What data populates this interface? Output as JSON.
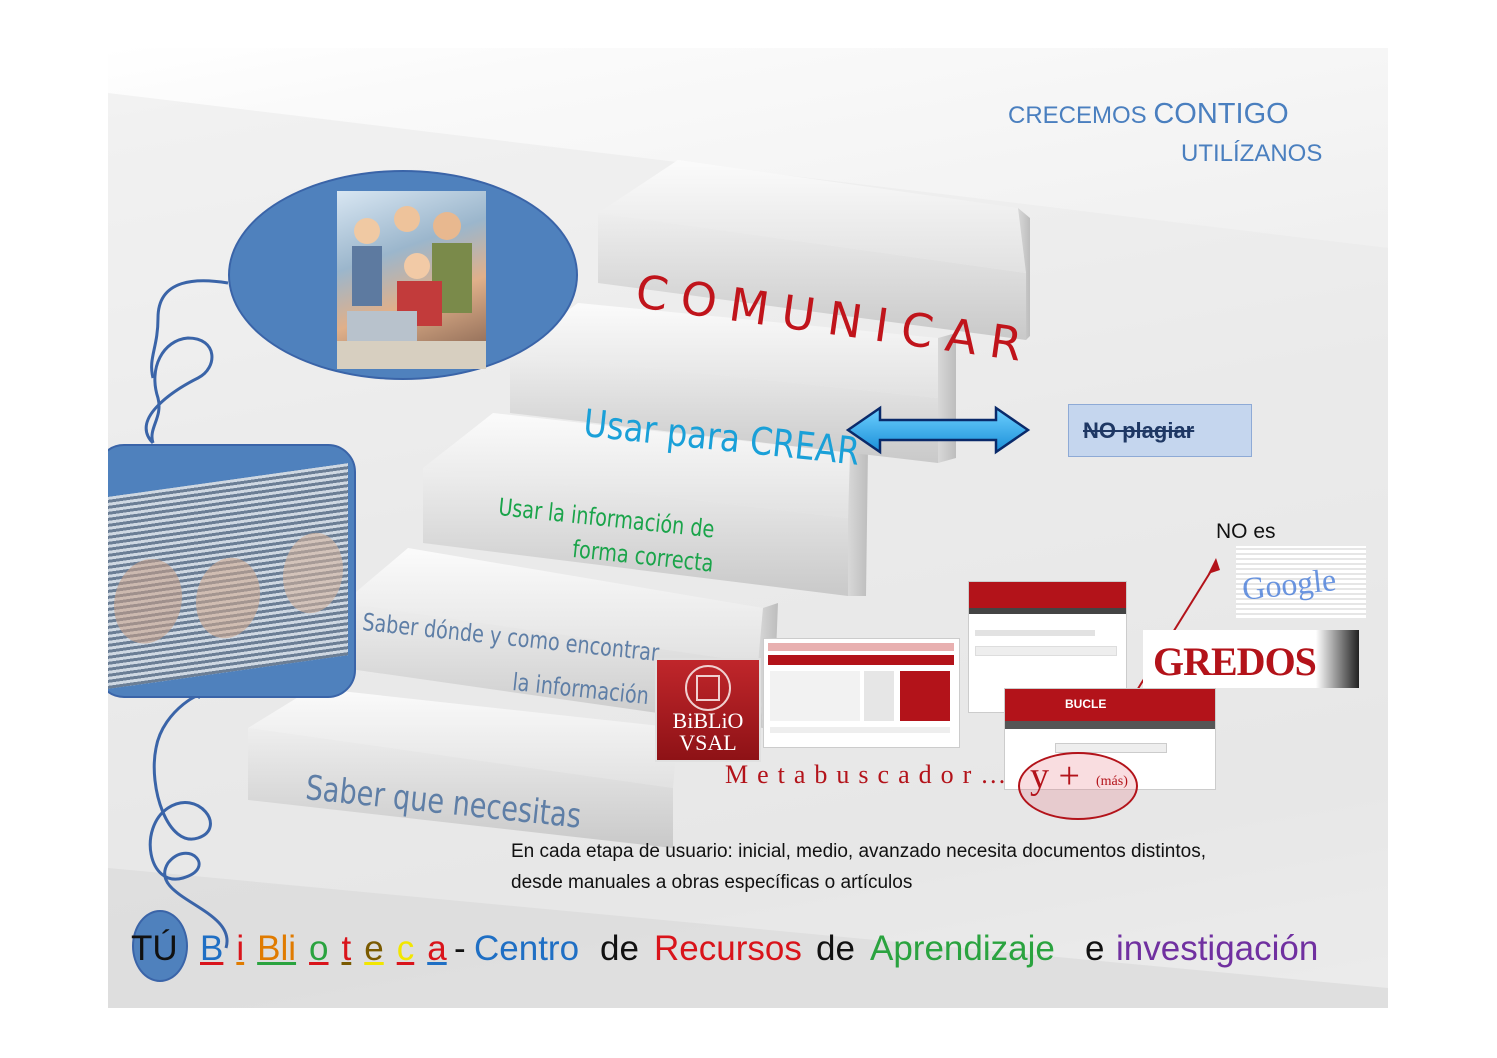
{
  "header": {
    "line1_small": "CRECEMOS",
    "line1_large": "CONTIGO",
    "line2": "UTILÍZANOS"
  },
  "steps": {
    "step5": "COMUNICAR",
    "step4": "Usar para CREAR",
    "step3_line1": "Usar la información de",
    "step3_line2": "forma correcta",
    "step2_line1": "Saber dónde y como encontrar",
    "step2_line2": "la información",
    "step1": "Saber que necesitas"
  },
  "callouts": {
    "no_plagiar": "NO plagiar",
    "no_es": "NO es",
    "metabuscador": "Metabuscador…",
    "y_mas_y": "y +",
    "y_mas_mas": "(más)"
  },
  "logos": {
    "biblio_line1": "BiBLiO",
    "biblio_line2": "VSAL",
    "gredos": "GREDOS",
    "google": "Google",
    "bucle": "BUCLE"
  },
  "description": {
    "line1": "En cada etapa de usuario: inicial, medio, avanzado necesita documentos distintos,",
    "line2": "desde manuales a obras específicas o artículos"
  },
  "footer": {
    "tu": "TÚ",
    "biblioteca_letters": [
      "B",
      "i",
      "Bli",
      "o",
      "t",
      "e",
      "c",
      "a"
    ],
    "biblioteca_colors": [
      "#1f6fc4",
      "#d9141b",
      "#e07b00",
      "#2aa33f",
      "#d9141b",
      "#7a5a00",
      "#f2e600",
      "#d9141b",
      "#1f6fc4"
    ],
    "dash": "-",
    "centro": "Centro",
    "de1": "de",
    "recursos": "Recursos",
    "de2": "de",
    "aprendizaje": "Aprendizaje",
    "e": "e",
    "investigacion": "investigación"
  },
  "colors": {
    "blue_title": "#4a7fbf",
    "comunicar_red": "#c0141b",
    "crear_cyan": "#1aa0d8",
    "green_text": "#1aa44a",
    "steel_blue": "#5e7ea6",
    "bubble_blue": "#4f81bd",
    "dark_red": "#b3131a"
  }
}
